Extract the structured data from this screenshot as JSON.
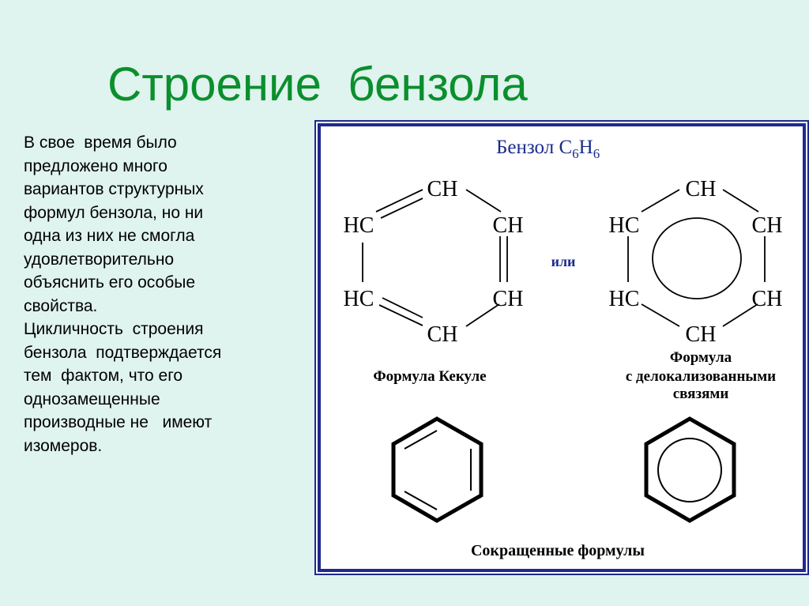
{
  "slide": {
    "title": "Строение  бензола",
    "paragraph_lines": [
      "В свое  время было",
      "предложено много",
      "вариантов структурных",
      "формул бензола, но ни",
      "одна из них не смогла",
      "удовлетворительно",
      "объяснить его особые",
      "свойства.",
      "Цикличность  строения",
      "бензола  подтверждается",
      "тем  фактом, что его",
      "однозамещенные",
      "производные не   имеют",
      "изомеров."
    ]
  },
  "figure": {
    "heading_prefix": "Бензол С",
    "heading_sub1": "6",
    "heading_h": "Н",
    "heading_sub2": "6",
    "kekule": {
      "atom_top": "CH",
      "atom_upper_left": "HC",
      "atom_upper_right": "CH",
      "atom_lower_left": "HC",
      "atom_lower_right": "CH",
      "atom_bottom": "CH",
      "caption": "Формула Кекуле"
    },
    "connector": "или",
    "delocalized": {
      "atom_top": "CH",
      "atom_upper_left": "HC",
      "atom_upper_right": "CH",
      "atom_lower_left": "HC",
      "atom_lower_right": "CH",
      "atom_bottom": "CH",
      "caption_line1": "Формула",
      "caption_line2": "с делокализованными",
      "caption_line3": "связями"
    },
    "bottom_caption": "Сокращенные формулы"
  },
  "colors": {
    "background": "#dff3ef",
    "title": "#0b8f2c",
    "frame": "#1f2a8c",
    "heading": "#1a2b8c"
  }
}
